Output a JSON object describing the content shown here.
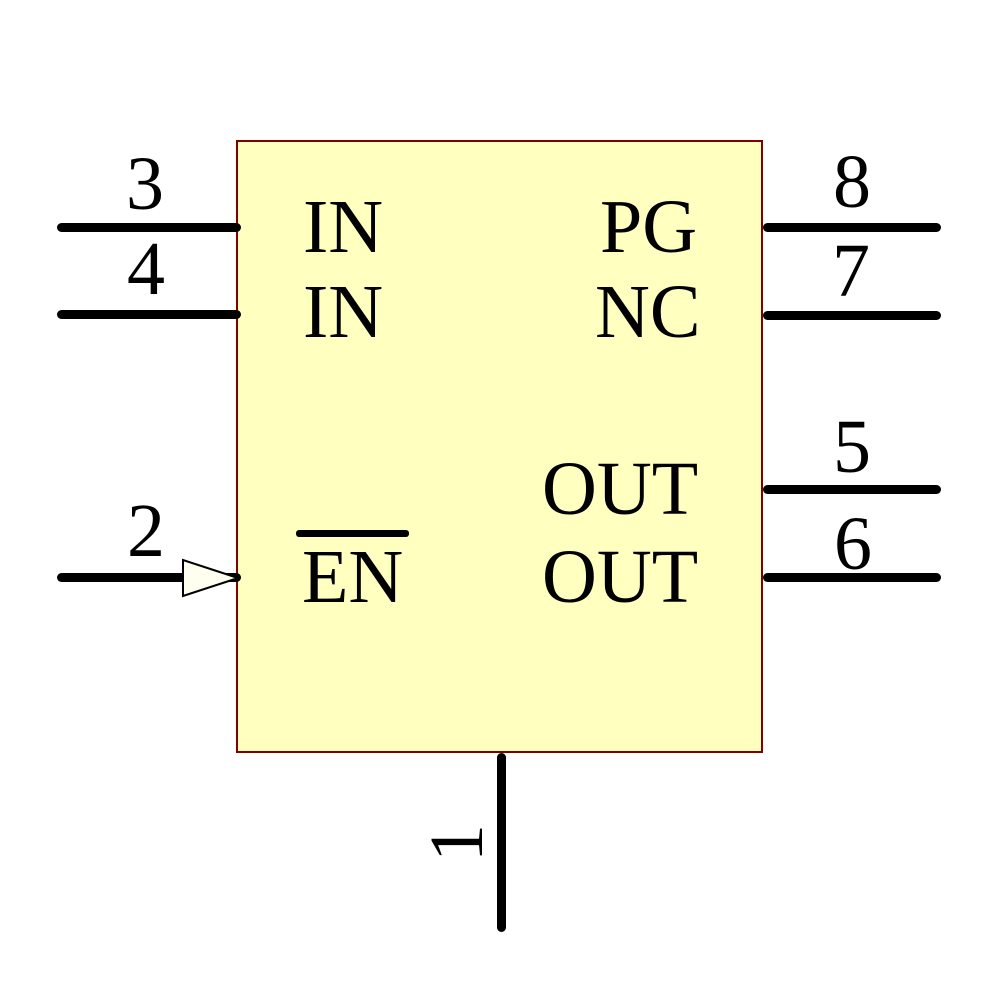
{
  "component": {
    "kind": "ic-schematic-symbol",
    "body_fill": "#FFFFC0",
    "body_outline": "#800000",
    "pin_color": "#000000",
    "text_color": "#000000",
    "invert_arrow_fill": "#FFFFF0"
  },
  "pins": {
    "p1": {
      "number": "1",
      "label": ""
    },
    "p2": {
      "number": "2",
      "label": "EN",
      "active_low": true
    },
    "p3": {
      "number": "3",
      "label": "IN"
    },
    "p4": {
      "number": "4",
      "label": "IN"
    },
    "p5": {
      "number": "5",
      "label": "OUT"
    },
    "p6": {
      "number": "6",
      "label": "OUT"
    },
    "p7": {
      "number": "7",
      "label": "NC"
    },
    "p8": {
      "number": "8",
      "label": "PG"
    }
  }
}
